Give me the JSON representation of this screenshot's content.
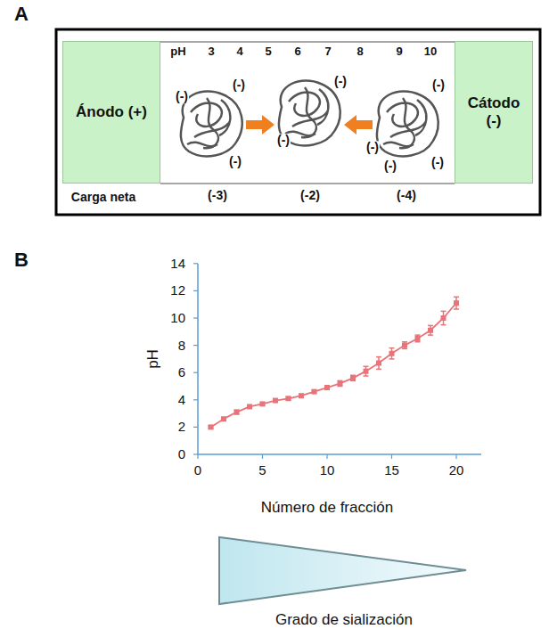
{
  "diagram": {
    "nodes": [
      {
        "text": [
          "Ánodo (+)"
        ]
      },
      {
        "text": [
          "Cátodo (-)"
        ]
      },
      {
        "text": [
          "Grado de sialización"
        ]
      }
    ],
    "labels": [
      "A",
      "B",
      "pH",
      "3",
      "4",
      "5",
      "6",
      "7",
      "8",
      "9",
      "10",
      "Carga neta",
      "(-3)",
      "(-2)",
      "(-4)",
      "(-)",
      "(-)",
      "(-)",
      "(-)",
      "(-)",
      "(-)",
      "(-)",
      "(-)",
      "(-)",
      "0",
      "2",
      "4",
      "6",
      "8",
      "10",
      "12",
      "14",
      "0",
      "5",
      "10",
      "15",
      "20",
      "pH",
      "Número de fracción"
    ]
  }
}
